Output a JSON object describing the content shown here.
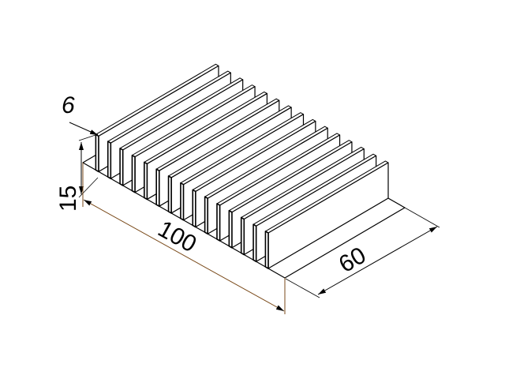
{
  "drawing": {
    "subject": "heatsink",
    "fin_count": 15,
    "dimensions": {
      "fin_thickness": "6",
      "height": "15",
      "length": "100",
      "depth": "60"
    },
    "colors": {
      "line": "#000000",
      "dimension_line": "#7a4a1a",
      "background": "#ffffff"
    }
  }
}
